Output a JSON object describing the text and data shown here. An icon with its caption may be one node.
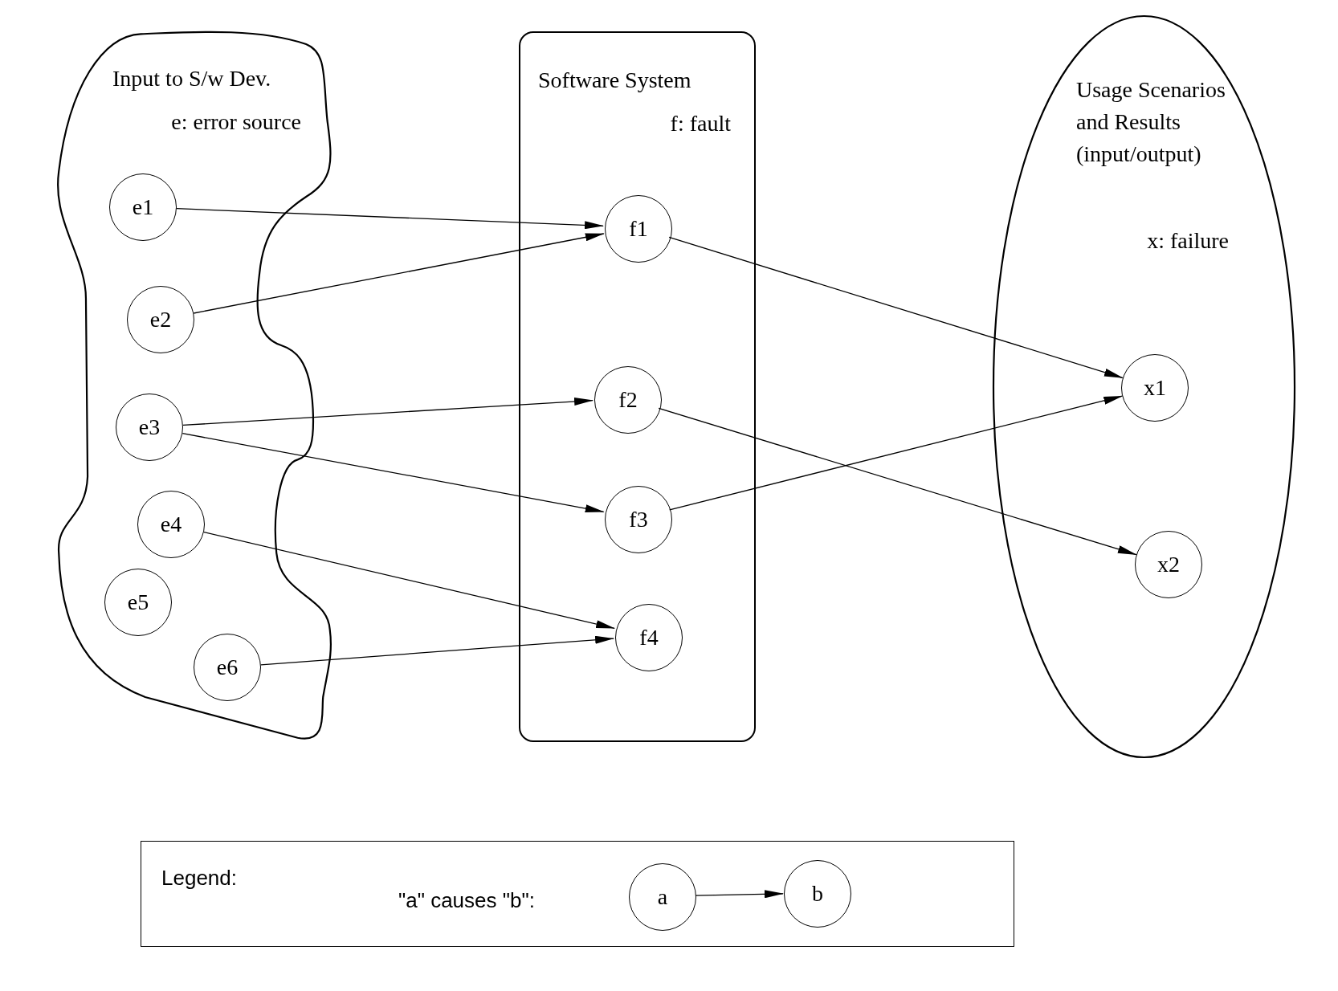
{
  "diagram": {
    "nodes": [
      {
        "text": [
          "Input to S/w Dev.",
          "e: error source"
        ]
      },
      {
        "text": [
          "Software System",
          "f: fault"
        ]
      },
      {
        "text": [
          "Usage Scenarios and Results (input/output)",
          "x: failure"
        ]
      },
      {
        "text": [
          "e1"
        ],
        "in": 0
      },
      {
        "text": [
          "e2"
        ],
        "in": 0
      },
      {
        "text": [
          "e3"
        ],
        "in": 0
      },
      {
        "text": [
          "e4"
        ],
        "in": 0
      },
      {
        "text": [
          "e5"
        ],
        "in": 0
      },
      {
        "text": [
          "e6"
        ],
        "in": 0
      },
      {
        "text": [
          "f1"
        ],
        "in": 1
      },
      {
        "text": [
          "f2"
        ],
        "in": 1
      },
      {
        "text": [
          "f3"
        ],
        "in": 1
      },
      {
        "text": [
          "f4"
        ],
        "in": 1
      },
      {
        "text": [
          "x1"
        ],
        "in": 2
      },
      {
        "text": [
          "x2"
        ],
        "in": 2
      },
      {
        "text": [
          "Legend:",
          "\"a\" causes \"b\":"
        ]
      },
      {
        "text": [
          "a"
        ],
        "in": 15
      },
      {
        "text": [
          "b"
        ],
        "in": 15
      }
    ],
    "edges": [
      {
        "from": 3,
        "to": 9,
        "arrow": "to"
      },
      {
        "from": 4,
        "to": 9,
        "arrow": "to"
      },
      {
        "from": 5,
        "to": 10,
        "arrow": "to"
      },
      {
        "from": 5,
        "to": 11,
        "arrow": "to"
      },
      {
        "from": 6,
        "to": 12,
        "arrow": "to"
      },
      {
        "from": 8,
        "to": 12,
        "arrow": "to"
      },
      {
        "from": 9,
        "to": 13,
        "arrow": "to"
      },
      {
        "from": 10,
        "to": 14,
        "arrow": "to"
      },
      {
        "from": 11,
        "to": 13,
        "arrow": "to"
      },
      {
        "from": 16,
        "to": 17,
        "arrow": "to"
      }
    ]
  }
}
